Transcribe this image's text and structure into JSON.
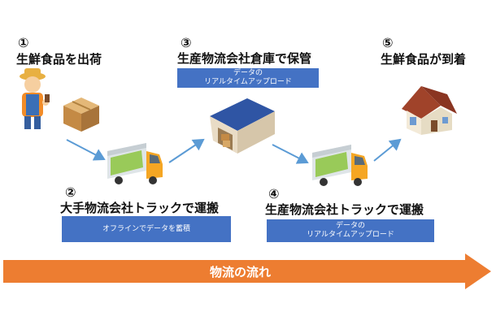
{
  "steps": [
    {
      "number": "①",
      "title": "生鮮食品を出荷"
    },
    {
      "number": "②",
      "title": "大手物流会社トラックで運搬",
      "note": "オフラインでデータを蓄積"
    },
    {
      "number": "③",
      "title": "生産物流会社倉庫で保管",
      "note": "データの\nリアルタイムアップロード"
    },
    {
      "number": "④",
      "title": "生産物流会社トラックで運搬",
      "note": "データの\nリアルタイムアップロード"
    },
    {
      "number": "⑤",
      "title": "生鮮食品が到着"
    }
  ],
  "flow": {
    "label": "物流の流れ"
  },
  "colors": {
    "note_box": "#4472c4",
    "flow_arrow": "#ed7d31",
    "connector": "#5b9bd5",
    "truck_green": "#8dc63f",
    "truck_cab": "#f5a623",
    "warehouse_roof": "#2f55a4",
    "house_roof": "#a0432a"
  },
  "icons": [
    "farmer-icon",
    "cardboard-box-icon",
    "truck-icon",
    "warehouse-icon",
    "house-icon"
  ]
}
